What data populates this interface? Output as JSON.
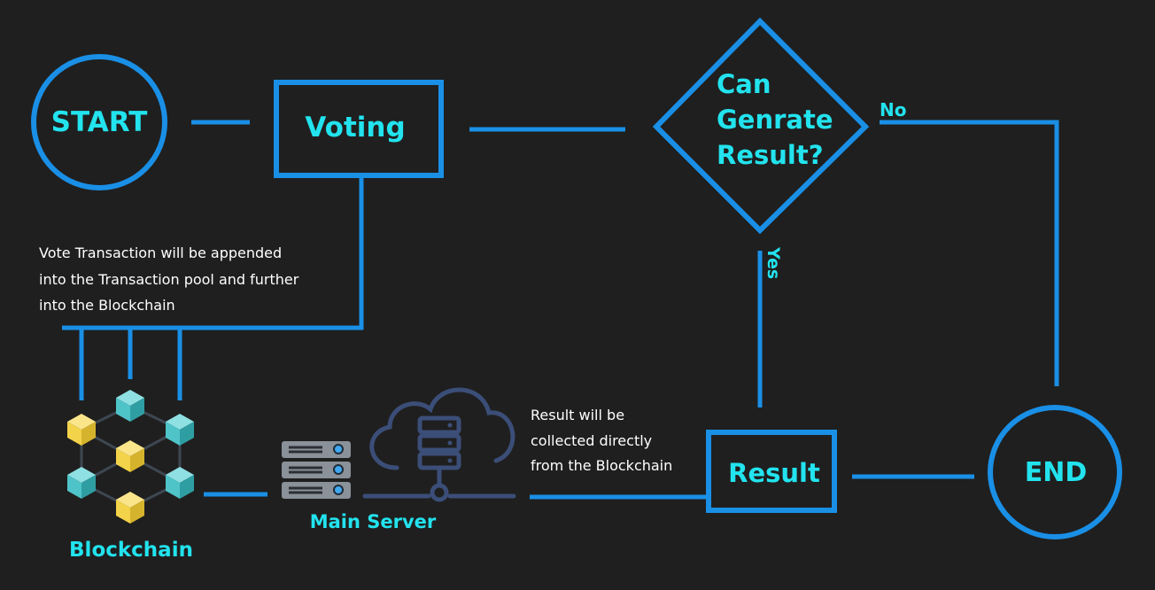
{
  "colors": {
    "background": "#1f1f1f",
    "line": "#1a8fe6",
    "label": "#22e3ee",
    "caption": "#ffffff",
    "cube_yellow": "#f3d34a",
    "cube_teal": "#4fc4c8",
    "server_gray": "#8a9199",
    "cloud_blue": "#3b4e78"
  },
  "nodes": {
    "start": "START",
    "voting": "Voting",
    "decision_line1": "Can",
    "decision_line2": "Genrate",
    "decision_line3": "Result?",
    "result": "Result",
    "end": "END",
    "blockchain": "Blockchain",
    "main_server": "Main Server"
  },
  "edge_labels": {
    "no": "No",
    "yes": "Yes"
  },
  "captions": {
    "vote_line1": "Vote Transaction will be appended",
    "vote_line2": "into the Transaction pool and further",
    "vote_line3": "into the Blockchain",
    "result_line1": "Result will be",
    "result_line2": "collected directly",
    "result_line3": "from the Blockchain"
  },
  "icons": {
    "blockchain": "blockchain-cubes-icon",
    "server": "server-rack-icon",
    "cloud": "cloud-server-icon"
  }
}
